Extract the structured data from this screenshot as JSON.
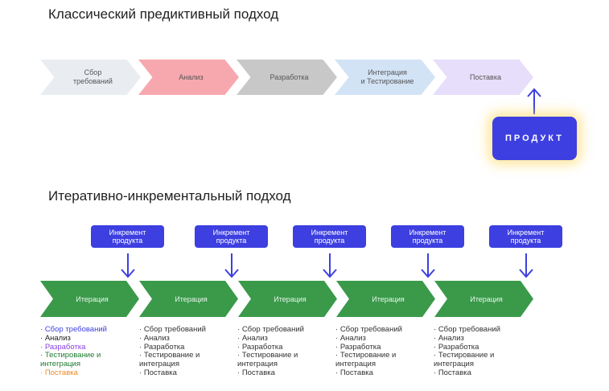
{
  "classic": {
    "title": "Классический предиктивный подход",
    "stages": [
      "Сбор\nтребований",
      "Анализ",
      "Разработка",
      "Интеграция\nи Тестирование",
      "Поставка"
    ],
    "colors": [
      "#e9edf2",
      "#f7a8ae",
      "#c8c8c8",
      "#d3e3f6",
      "#e6defa"
    ],
    "product_label": "ПРОДУКТ"
  },
  "iterative": {
    "title": "Итеративно-инкрементальный подход",
    "increment_label": "Инкремент\nпродукта",
    "iteration_label": "Итерация",
    "first_list": [
      {
        "text": "Сбор требований",
        "color": "#3d3fe0"
      },
      {
        "text": "Анализ",
        "color": "#222222"
      },
      {
        "text": "Разработка",
        "color": "#8a3fe0"
      },
      {
        "text": "Тестирование и",
        "color": "#1e7a30"
      },
      {
        "text": "интеграция",
        "color": "#1e7a30"
      },
      {
        "text": "Поставка",
        "color": "#f08a24"
      }
    ],
    "list": [
      "Сбор требований",
      "Анализ",
      "Разработка",
      "Тестирование и",
      "интеграция",
      "Поставка"
    ]
  }
}
